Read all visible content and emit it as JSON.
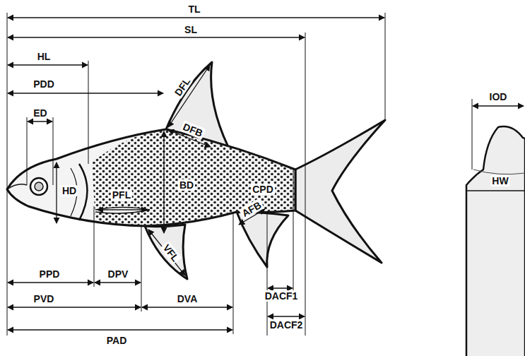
{
  "diagram": {
    "labels": [
      "TL",
      "SL",
      "HL",
      "PDD",
      "ED",
      "DFL",
      "DFB",
      "HD",
      "PFL",
      "BD",
      "CPD",
      "VFL",
      "AFB",
      "IOD",
      "HW",
      "PPD",
      "DPV",
      "PVD",
      "DVA",
      "PAD",
      "DACF1",
      "DACF2"
    ]
  }
}
